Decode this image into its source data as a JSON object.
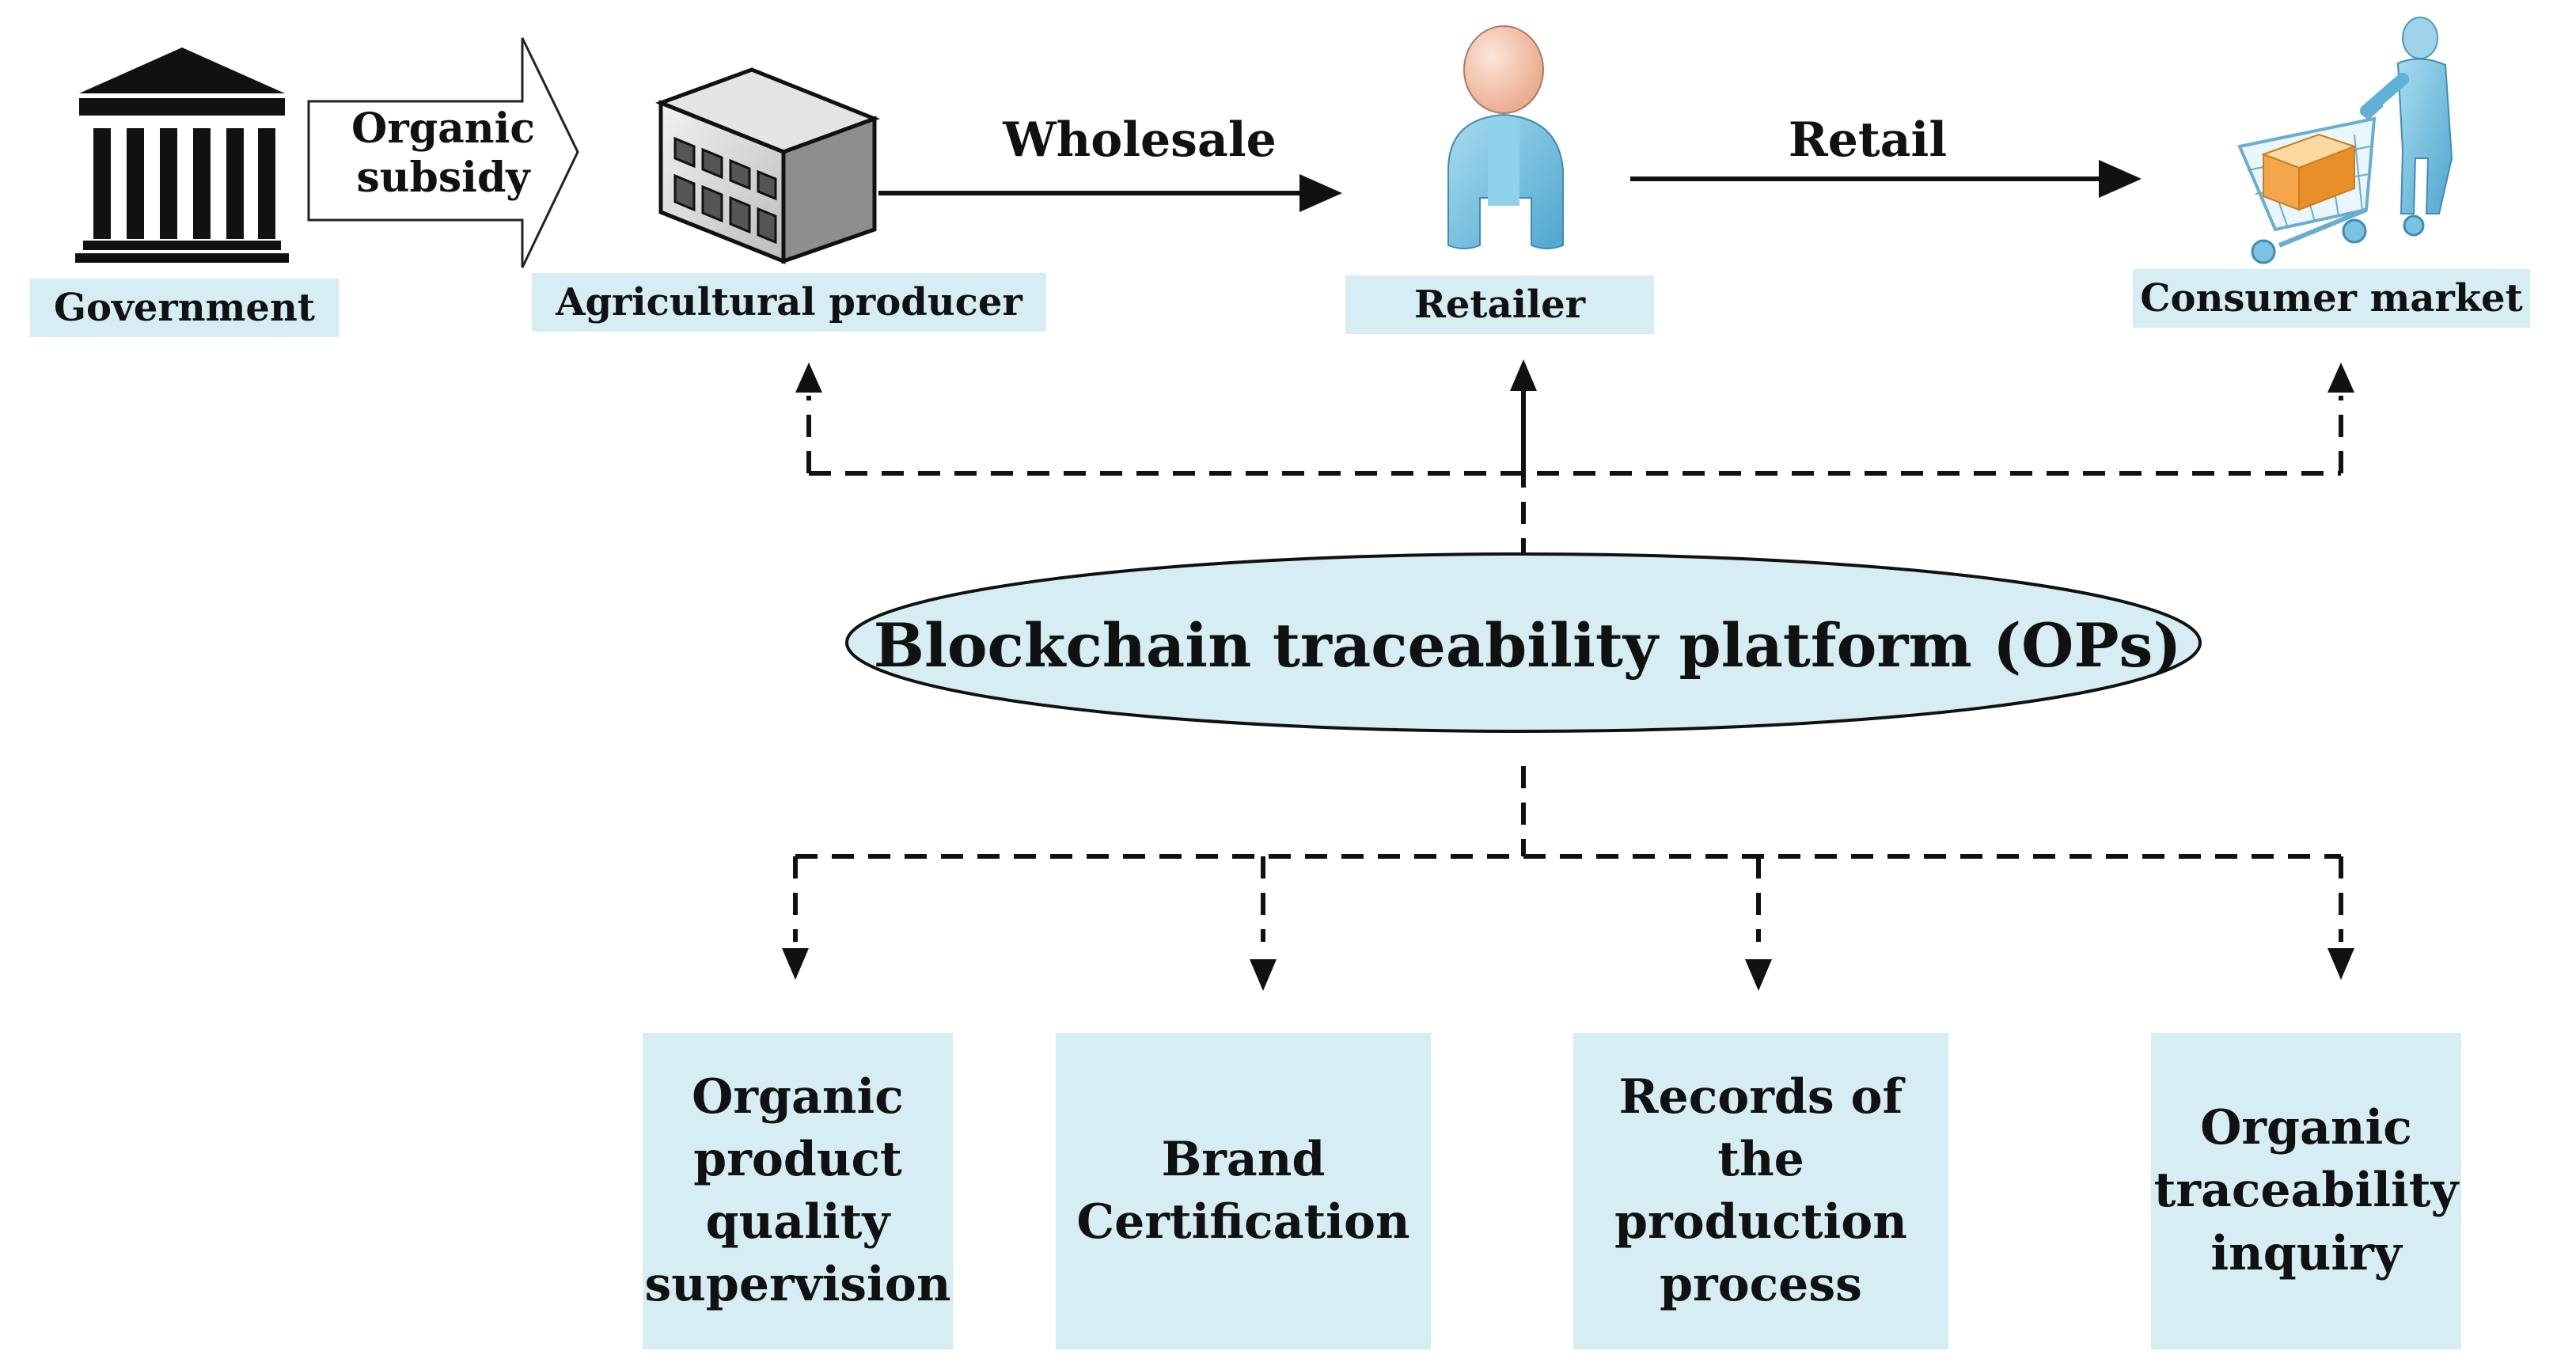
{
  "actors": {
    "government": "Government",
    "producer": "Agricultural producer",
    "retailer": "Retailer",
    "consumer": "Consumer market"
  },
  "flows": {
    "subsidy": "Organic\nsubsidy",
    "wholesale": "Wholesale",
    "retail": "Retail"
  },
  "platform": "Blockchain traceability platform (OPs)",
  "functions": [
    "Organic\nproduct\nquality\nsupervision",
    "Brand\nCertification",
    "Records of the\nproduction\nprocess",
    "Organic\ntraceability\ninquiry"
  ],
  "icons": {
    "government": "government-building-icon",
    "producer": "factory-building-icon",
    "retailer": "person-icon",
    "consumer": "shopping-cart-person-icon"
  },
  "colors": {
    "label_fill": "#d6edf3",
    "ellipse_fill": "#d6edf3",
    "line": "#111111",
    "person_skin": "#f6c9b3",
    "person_body": "#7cc3e2"
  }
}
